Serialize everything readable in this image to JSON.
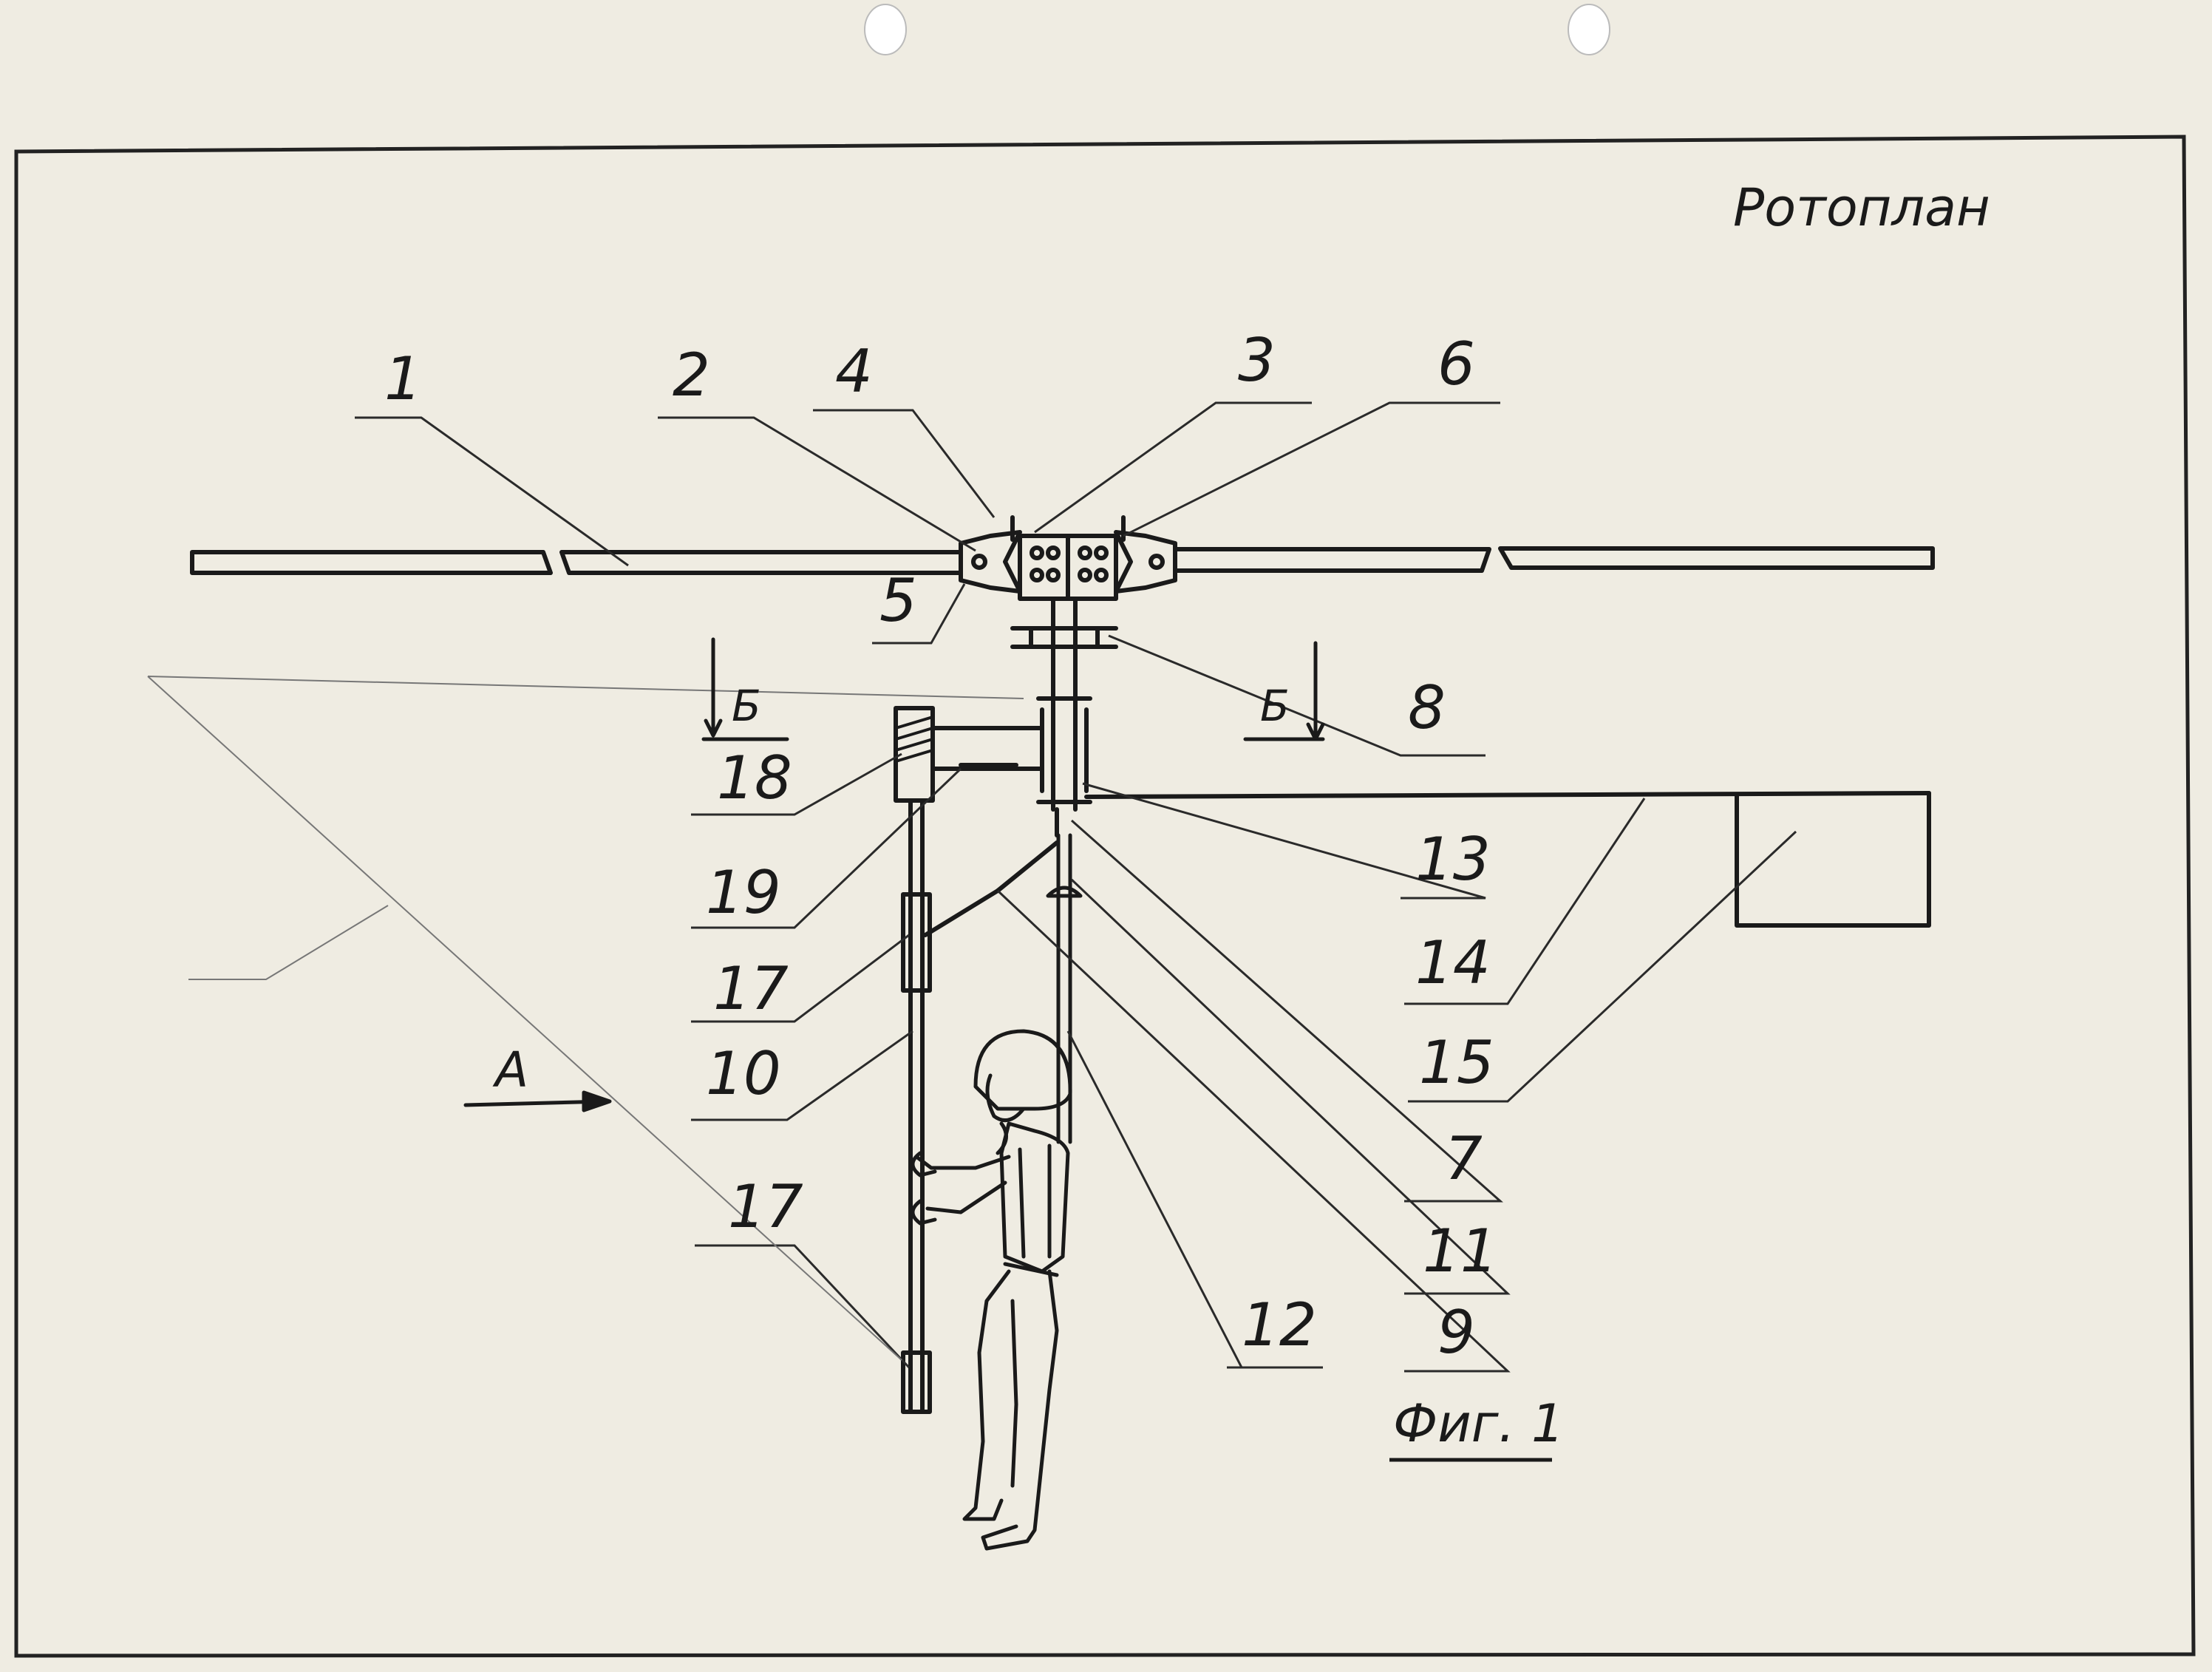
{
  "title": "Ротоплан",
  "figure_caption": "Фиг. 1",
  "section_marks": {
    "left": "Б",
    "right": "Б"
  },
  "view_arrow": "A",
  "callouts": [
    "1",
    "2",
    "4",
    "3",
    "6",
    "5",
    "8",
    "18",
    "19",
    "17",
    "10",
    "17",
    "13",
    "14",
    "15",
    "7",
    "11",
    "9",
    "12"
  ],
  "colors": {
    "paper": "#efece2",
    "ink": "#1a1a1a",
    "border": "#222222"
  }
}
